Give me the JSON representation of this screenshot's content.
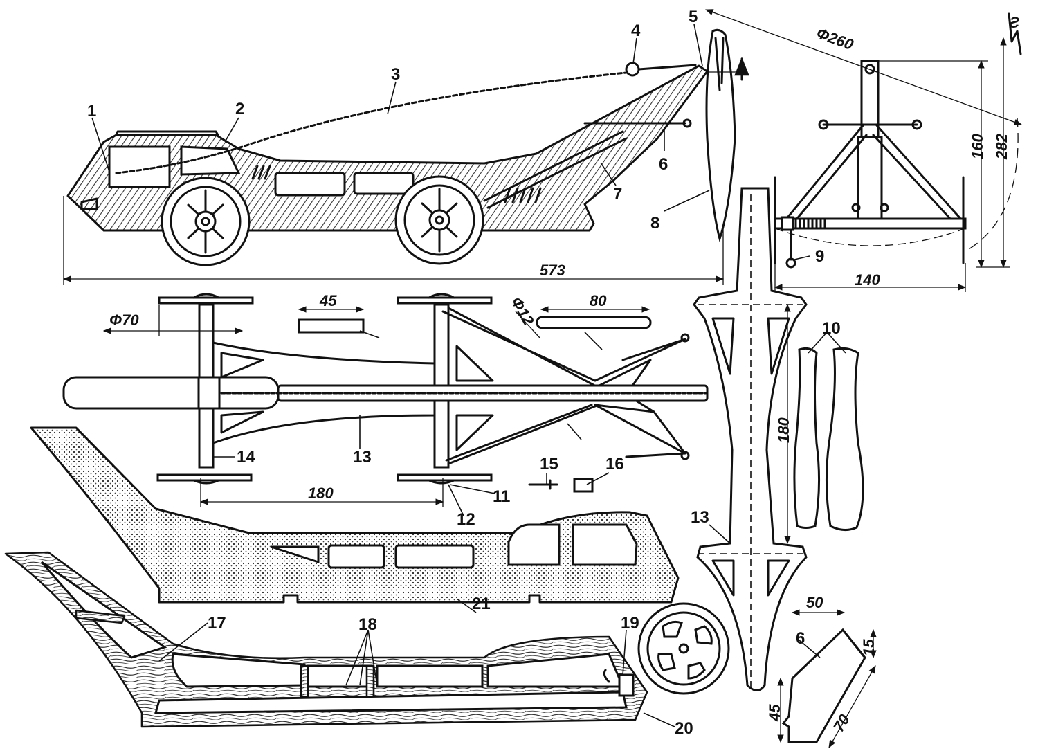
{
  "callouts": [
    "1",
    "2",
    "3",
    "4",
    "5",
    "6",
    "7",
    "8",
    "9",
    "10",
    "11",
    "12",
    "13",
    "14",
    "15",
    "16",
    "17",
    "18",
    "19",
    "20",
    "21"
  ],
  "dims": {
    "total_length": "573",
    "wheelbase": "180",
    "wheel_dia": "Φ70",
    "part5_len": "45",
    "rod_dia": "Φ12",
    "part4_len": "80",
    "prop_dia": "Φ260",
    "mast_h": "160",
    "prop_axis_h": "282",
    "track_w": "140",
    "chassis_len": "180",
    "part6_w": "50",
    "part6_h": "15",
    "part6_len": "70",
    "part6_base": "45",
    "break_mark": "Ƨ"
  }
}
